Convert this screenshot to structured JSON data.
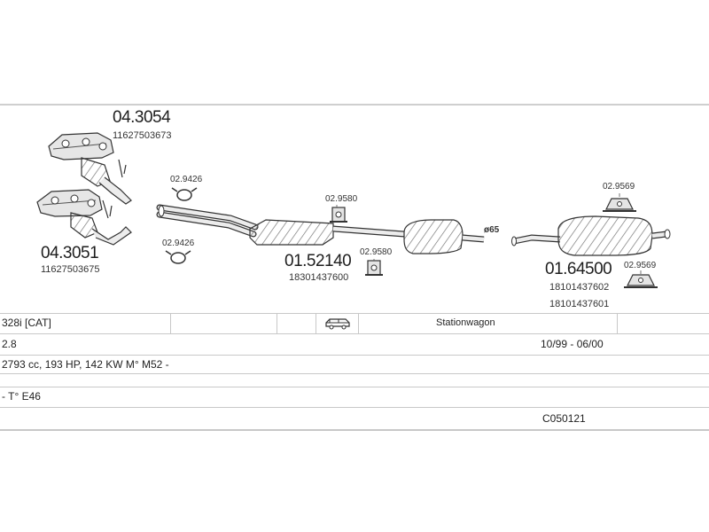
{
  "parts": {
    "manifold_upper": {
      "number": "04.3054",
      "oem": "11627503673"
    },
    "manifold_lower": {
      "number": "04.3051",
      "oem": "11627503675"
    },
    "clamp_upper": {
      "number": "02.9426"
    },
    "clamp_lower": {
      "number": "02.9426"
    },
    "mount_mid_upper": {
      "number": "02.9580"
    },
    "mount_mid_lower": {
      "number": "02.9580"
    },
    "mid_pipe": {
      "number": "01.52140",
      "oem": "18301437600"
    },
    "diameter_mark": {
      "text": "ø65"
    },
    "mount_rear_upper": {
      "number": "02.9569"
    },
    "mount_rear_lower": {
      "number": "02.9569"
    },
    "rear_muffler": {
      "number": "01.64500",
      "oem_1": "18101437602",
      "oem_2": "18101437601"
    }
  },
  "info": {
    "model": "328i  [CAT]",
    "body_type": "Stationwagon",
    "engine": "2.8",
    "period": "10/99 - 06/00",
    "engine_details": "2793 cc, 193 HP, 142 KW M° M52 -",
    "chassis": "- T° E46",
    "code": "C050121"
  },
  "icons": {
    "vehicle": "station-wagon-icon"
  },
  "colors": {
    "line": "#c8c8c8",
    "part_fill": "#e4e4e4",
    "part_stroke": "#333333"
  }
}
